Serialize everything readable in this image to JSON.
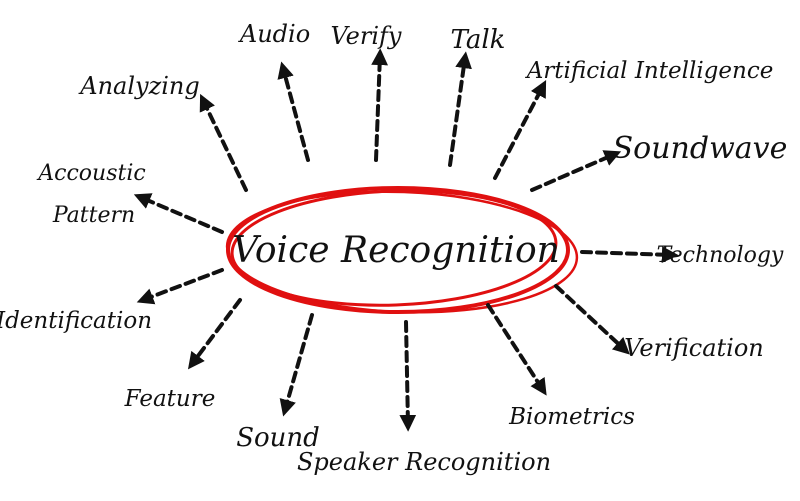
{
  "colors": {
    "ink": "#111111",
    "circle": "#e01010",
    "background": "#ffffff"
  },
  "center": {
    "label": "Voice Recognition"
  },
  "branches": [
    {
      "id": "audio",
      "label": "Audio"
    },
    {
      "id": "verify",
      "label": "Verify"
    },
    {
      "id": "talk",
      "label": "Talk"
    },
    {
      "id": "artificial-intelligence",
      "label": "Artificial Intelligence"
    },
    {
      "id": "soundwave",
      "label": "Soundwave"
    },
    {
      "id": "analyzing",
      "label": "Analyzing"
    },
    {
      "id": "accoustic-pattern",
      "label": "Accoustic Pattern",
      "lines": [
        "Accoustic",
        "Pattern"
      ]
    },
    {
      "id": "technology",
      "label": "Technology"
    },
    {
      "id": "identification",
      "label": "Identification"
    },
    {
      "id": "verification",
      "label": "Verification"
    },
    {
      "id": "feature",
      "label": "Feature"
    },
    {
      "id": "sound",
      "label": "Sound"
    },
    {
      "id": "speaker-recognition",
      "label": "Speaker Recognition"
    },
    {
      "id": "biometrics",
      "label": "Biometrics"
    }
  ]
}
